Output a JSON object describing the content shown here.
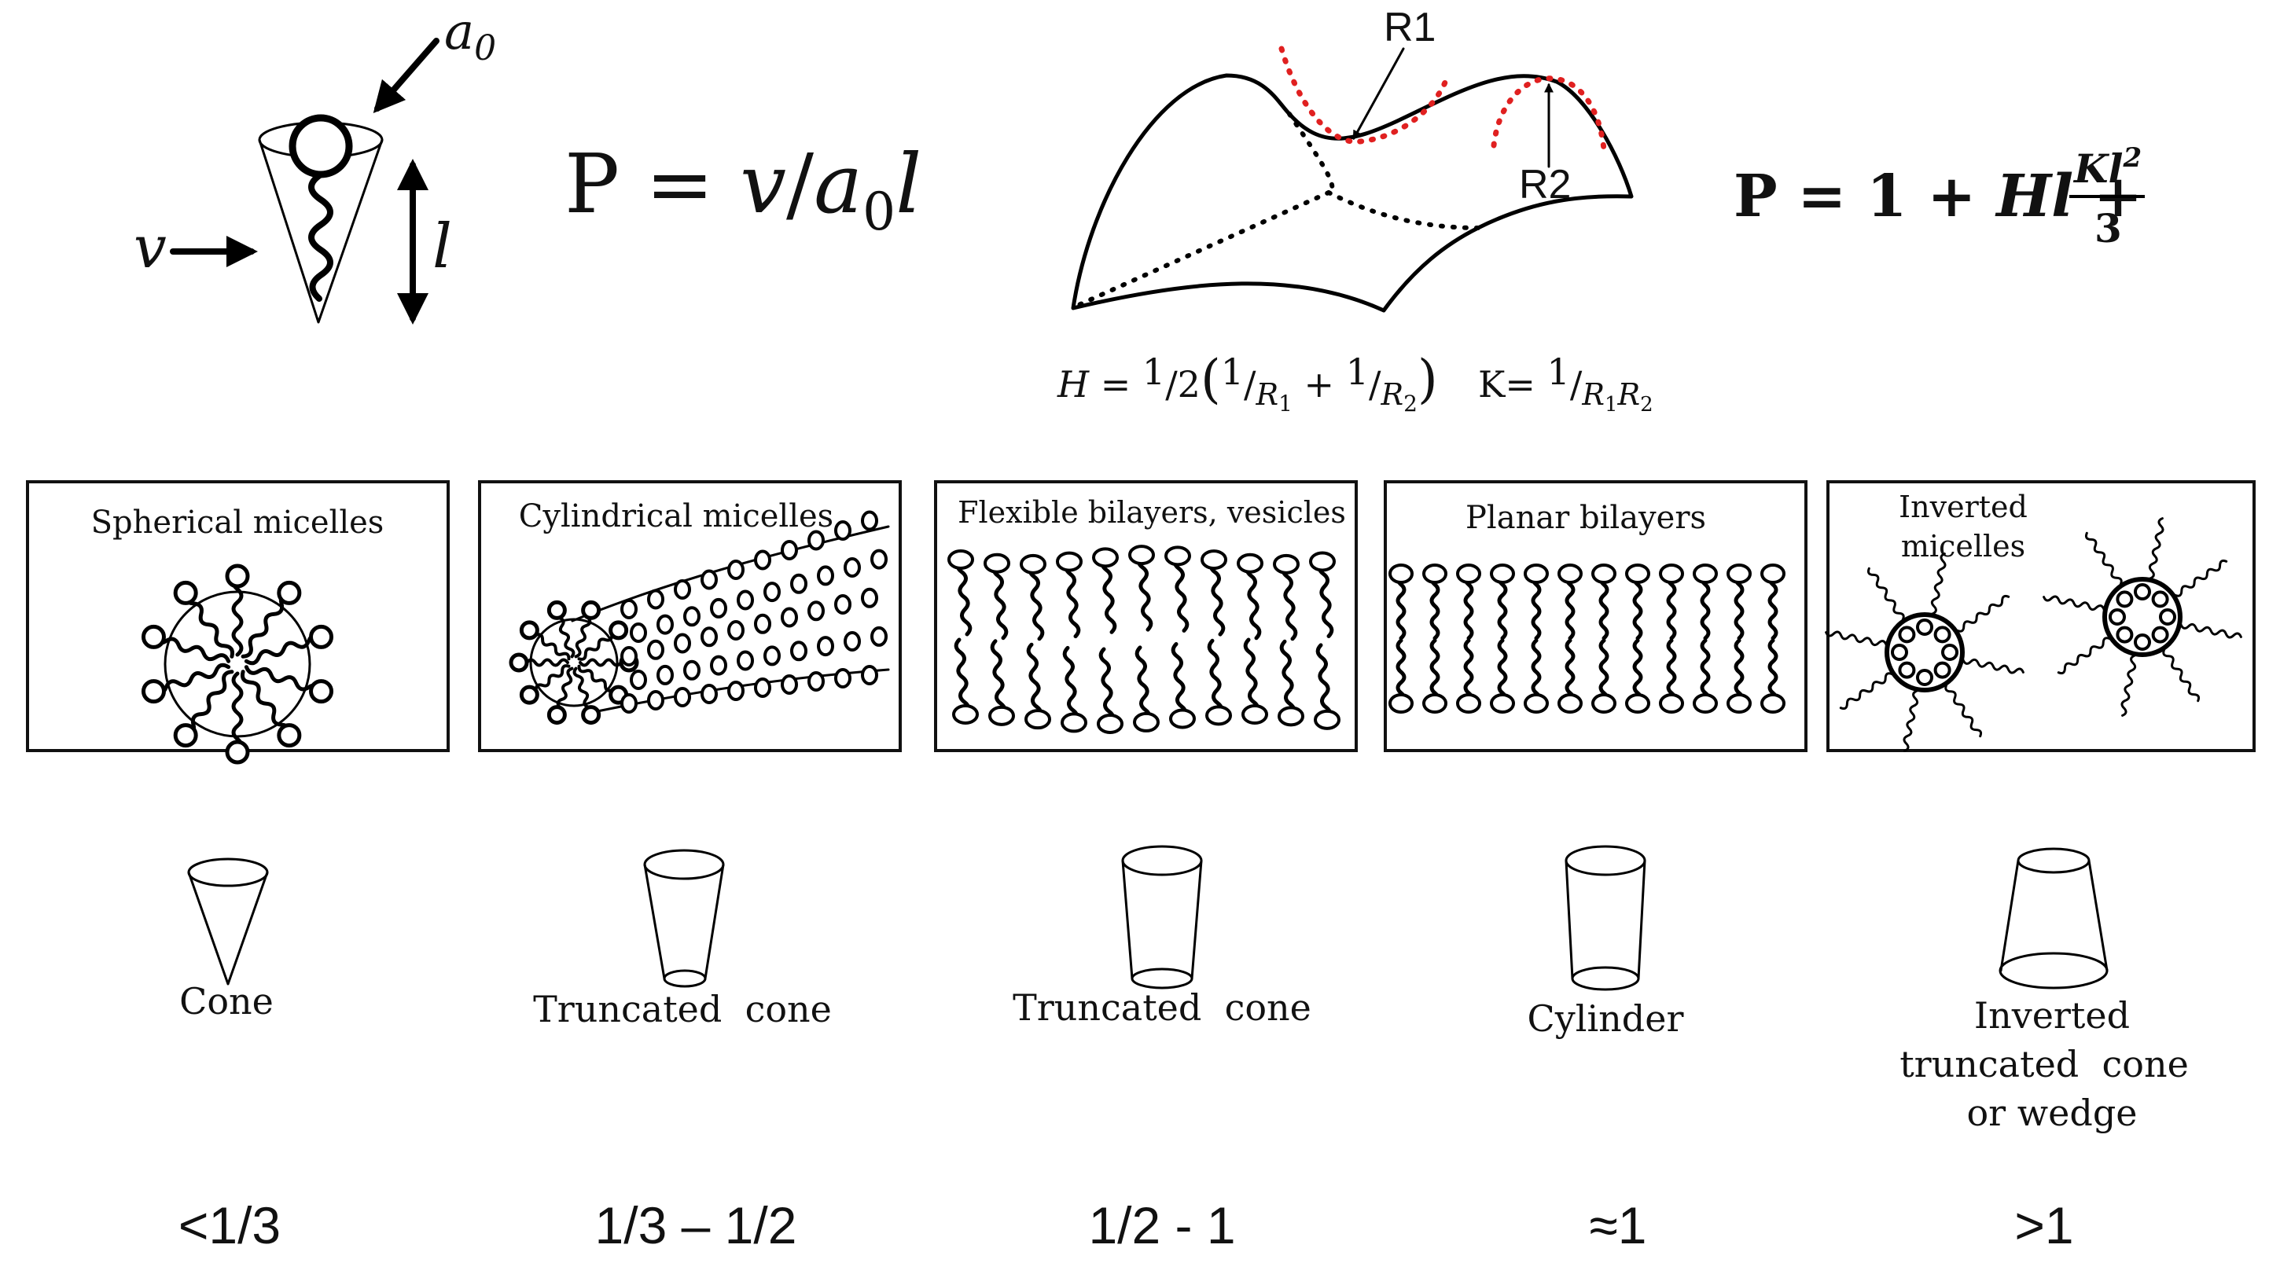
{
  "formulas": {
    "left_p": {
      "lhs": "P",
      "eq": " = ",
      "v": "v",
      "slash": "/",
      "a": "a",
      "sub": "0",
      "l": "l"
    },
    "cone_labels": {
      "a0_main": "a",
      "a0_sub": "0",
      "l": "l",
      "v": "v"
    },
    "saddle_labels": {
      "r1": "R1",
      "r2": "R2"
    },
    "right_p": {
      "start": "P = 1 + ",
      "hl": "Hl",
      "plus": " + ",
      "num_main": "Kl",
      "num_sup": "2",
      "den": "3"
    },
    "h_def": {
      "lhs": "H = ",
      "one": "1",
      "half": "/2",
      "open": "(",
      "r_main": "R",
      "r1_sub": "1",
      "plus": " + ",
      "r2_sub": "2",
      "close": ")"
    },
    "k_def": {
      "lhs": "K= ",
      "one": "1",
      "slash": "/",
      "r_main": "R",
      "r1_sub": "1",
      "r2_sub": "2"
    }
  },
  "panels": [
    {
      "id": "spherical",
      "title": "Spherical micelles"
    },
    {
      "id": "cylindrical",
      "title": "Cylindrical micelles"
    },
    {
      "id": "flexible",
      "title": "Flexible bilayers, vesicles"
    },
    {
      "id": "planar",
      "title": "Planar bilayers"
    },
    {
      "id": "inverted",
      "title_line1": "Inverted",
      "title_line2": "micelles"
    }
  ],
  "shapes": [
    {
      "label": "Cone",
      "range": "<1/3"
    },
    {
      "label": "Truncated  cone",
      "range": "1/3 – 1/2"
    },
    {
      "label": "Truncated  cone",
      "range": "1/2 - 1"
    },
    {
      "label": "Cylinder",
      "range": "≈1"
    },
    {
      "label_line1": "Inverted",
      "label_line2": "truncated  cone",
      "label_line3": "or wedge",
      "range": ">1"
    }
  ]
}
